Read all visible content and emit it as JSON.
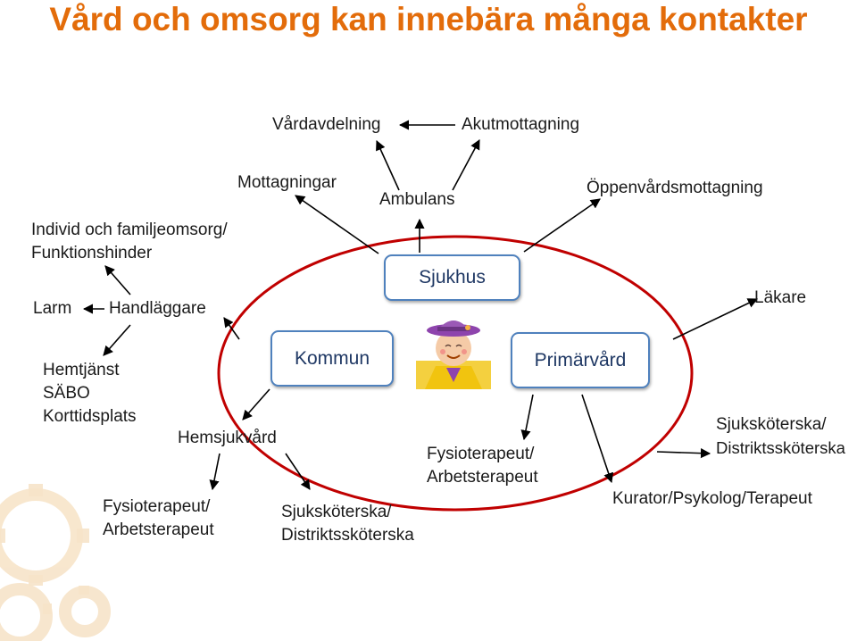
{
  "title": "Vård och omsorg kan innebära många kontakter",
  "nodes": {
    "vardavdelning": "Vårdavdelning",
    "akutmottagning": "Akutmottagning",
    "mottagningar": "Mottagningar",
    "ambulans": "Ambulans",
    "oppenvardsmottagning": "Öppenvårdsmottagning",
    "individ_line1": "Individ och familjeomsorg/",
    "individ_line2": "Funktionshinder",
    "larm": "Larm",
    "handlaggare": "Handläggare",
    "sjukhus": "Sjukhus",
    "lakare": "Läkare",
    "hemtjanst_line1": "Hemtjänst",
    "hemtjanst_line2": "SÄBO",
    "hemtjanst_line3": "Korttidsplats",
    "kommun": "Kommun",
    "primarvard": "Primärvård",
    "hemsjukvard": "Hemsjukvård",
    "fysio_left_line1": "Fysioterapeut/",
    "fysio_left_line2": "Arbetsterapeut",
    "sjukskoterska_mid_line1": "Sjuksköterska/",
    "sjukskoterska_mid_line2": "Distriktssköterska",
    "fysio_mid_line1": "Fysioterapeut/",
    "fysio_mid_line2": "Arbetsterapeut",
    "sjukskoterska_right_line1": "Sjuksköterska/",
    "sjukskoterska_right_line2": "Distriktssköterska",
    "kurator": "Kurator/Psykolog/Terapeut"
  },
  "colors": {
    "title": "#e36c0a",
    "ellipse": "#c00000",
    "box_border": "#4f81bd",
    "box_text": "#1f3864",
    "gear": "#f7e4c9"
  },
  "icons": {
    "center_figure": "elderly-person-icon",
    "background_gears": "gear-icon"
  }
}
